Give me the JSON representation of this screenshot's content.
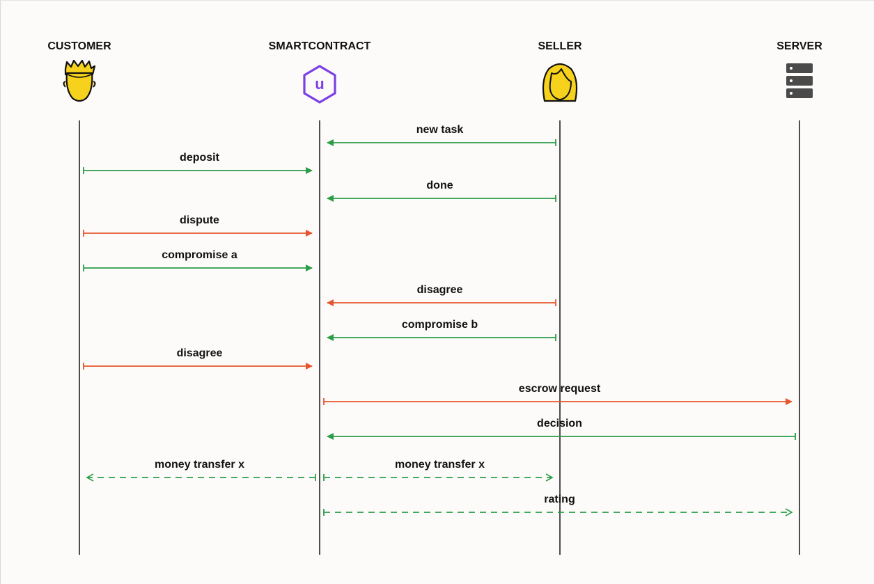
{
  "colors": {
    "ok": "#2a9d48",
    "conflict": "#e4572e",
    "lifeline": "#222222",
    "customer_face": "#f6d21c",
    "seller_face": "#f6d21c",
    "contract_purple": "#7b3fe4",
    "server_gray": "#4a4a4a"
  },
  "actors": [
    {
      "id": "customer",
      "label": "CUSTOMER",
      "icon": "customer-avatar-icon"
    },
    {
      "id": "contract",
      "label": "SMARTCONTRACT",
      "icon": "smartcontract-hexagon-icon"
    },
    {
      "id": "seller",
      "label": "SELLER",
      "icon": "seller-avatar-icon"
    },
    {
      "id": "server",
      "label": "SERVER",
      "icon": "server-stack-icon"
    }
  ],
  "contract_icon_letter": "u",
  "messages": [
    {
      "label": "new task",
      "from": "seller",
      "to": "contract",
      "status": "ok",
      "dashed": false
    },
    {
      "label": "deposit",
      "from": "customer",
      "to": "contract",
      "status": "ok",
      "dashed": false
    },
    {
      "label": "done",
      "from": "seller",
      "to": "contract",
      "status": "ok",
      "dashed": false
    },
    {
      "label": "dispute",
      "from": "customer",
      "to": "contract",
      "status": "conflict",
      "dashed": false
    },
    {
      "label": "compromise a",
      "from": "customer",
      "to": "contract",
      "status": "ok",
      "dashed": false
    },
    {
      "label": "disagree",
      "from": "seller",
      "to": "contract",
      "status": "conflict",
      "dashed": false
    },
    {
      "label": "compromise b",
      "from": "seller",
      "to": "contract",
      "status": "ok",
      "dashed": false
    },
    {
      "label": "disagree",
      "from": "customer",
      "to": "contract",
      "status": "conflict",
      "dashed": false
    },
    {
      "label": "escrow request",
      "from": "contract",
      "to": "server",
      "status": "conflict",
      "dashed": false
    },
    {
      "label": "decision",
      "from": "server",
      "to": "contract",
      "status": "ok",
      "dashed": false
    },
    {
      "label": "money transfer x",
      "from": "contract",
      "to": "customer",
      "status": "ok",
      "dashed": true
    },
    {
      "label": "money transfer x",
      "from": "contract",
      "to": "seller",
      "status": "ok",
      "dashed": true
    },
    {
      "label": "rating",
      "from": "contract",
      "to": "server",
      "status": "ok",
      "dashed": true
    }
  ]
}
